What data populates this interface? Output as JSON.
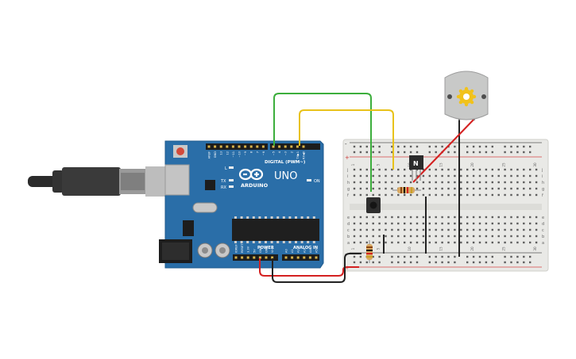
{
  "arduino": {
    "brand": "ARDUINO",
    "model": "UNO",
    "digital_header": "DIGITAL (PWM~)",
    "power_label": "POWER",
    "analog_label": "ANALOG IN",
    "on_label": "ON",
    "tx_label": "TX",
    "rx_label": "RX",
    "l_label": "L",
    "power_pins": [
      "IOREF",
      "RESET",
      "3.3V",
      "5V",
      "GND",
      "GND",
      "Vin"
    ],
    "analog_pins": [
      "A0",
      "A1",
      "A2",
      "A3",
      "A4",
      "A5"
    ],
    "digital_pins": [
      "AREF",
      "GND",
      "13",
      "12",
      "~11",
      "~10",
      "~9",
      "8",
      "7",
      "~6",
      "~5",
      "4",
      "~3",
      "2",
      "TX▶1",
      "RX◀0"
    ]
  },
  "breadboard": {
    "row_letters_top": [
      "j",
      "i",
      "h",
      "g",
      "f"
    ],
    "row_letters_bottom": [
      "e",
      "d",
      "c",
      "b",
      "a"
    ],
    "column_numbers": [
      "1",
      "",
      "",
      "",
      "5",
      "",
      "",
      "",
      "",
      "10",
      "",
      "",
      "",
      "",
      "15",
      "",
      "",
      "",
      "",
      "20",
      "",
      "",
      "",
      "",
      "25",
      "",
      "",
      "",
      "",
      "30"
    ],
    "plus_label": "+",
    "minus_label": "-"
  },
  "components": {
    "transistor_label": "N"
  },
  "colors": {
    "board_blue": "#2a6ea8",
    "board_edge": "#1f5a8c",
    "wire_green": "#3cae3c",
    "wire_yellow": "#e8c21a",
    "wire_red": "#d42020",
    "wire_black": "#222222",
    "breadboard": "#e9e9e6",
    "motor_body": "#c8c9c8",
    "motor_gear": "#f1c21b"
  }
}
